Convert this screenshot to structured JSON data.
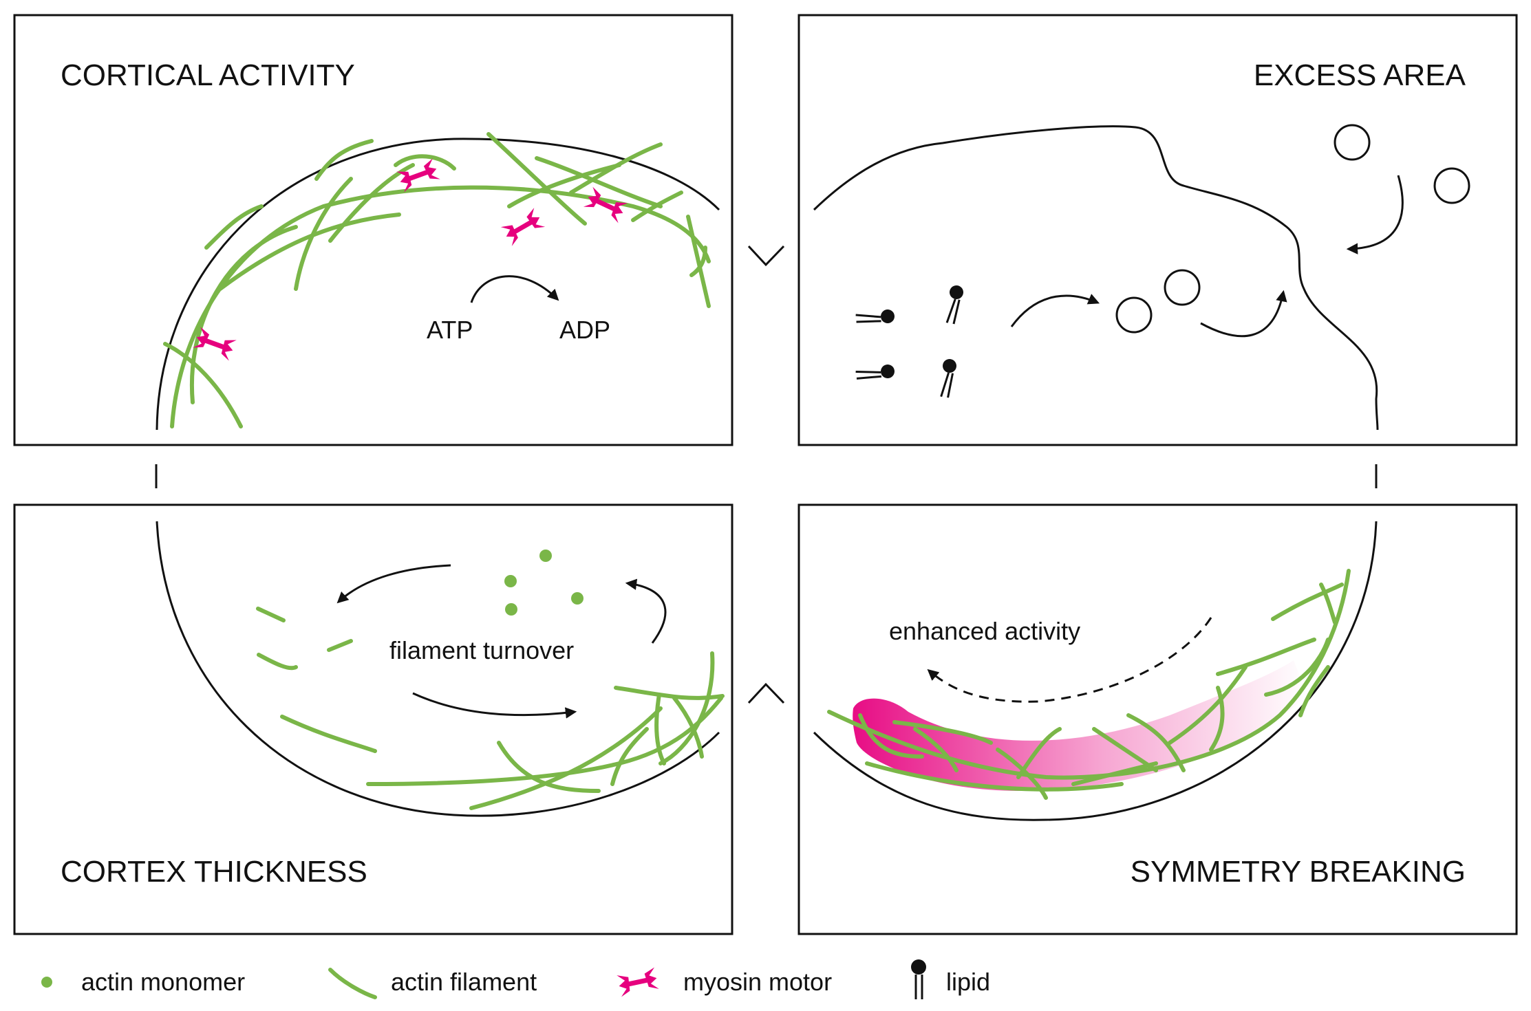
{
  "panels": {
    "cortical_activity": {
      "title": "CORTICAL ACTIVITY",
      "atp": "ATP",
      "adp": "ADP"
    },
    "excess_area": {
      "title": "EXCESS AREA"
    },
    "cortex_thickness": {
      "title": "CORTEX THICKNESS",
      "process": "filament turnover"
    },
    "symmetry_breaking": {
      "title": "SYMMETRY BREAKING",
      "annotation": "enhanced activity"
    }
  },
  "legend": {
    "monomer": {
      "label": "actin monomer",
      "icon": "actin-monomer-dot"
    },
    "filament": {
      "label": "actin filament",
      "icon": "actin-filament-stroke"
    },
    "myosin": {
      "label": "myosin motor",
      "icon": "myosin-motor-glyph"
    },
    "lipid": {
      "label": "lipid",
      "icon": "lipid-glyph"
    }
  },
  "colors": {
    "actin": "#7ab648",
    "myosin": "#e6007e",
    "outline": "#111111"
  }
}
